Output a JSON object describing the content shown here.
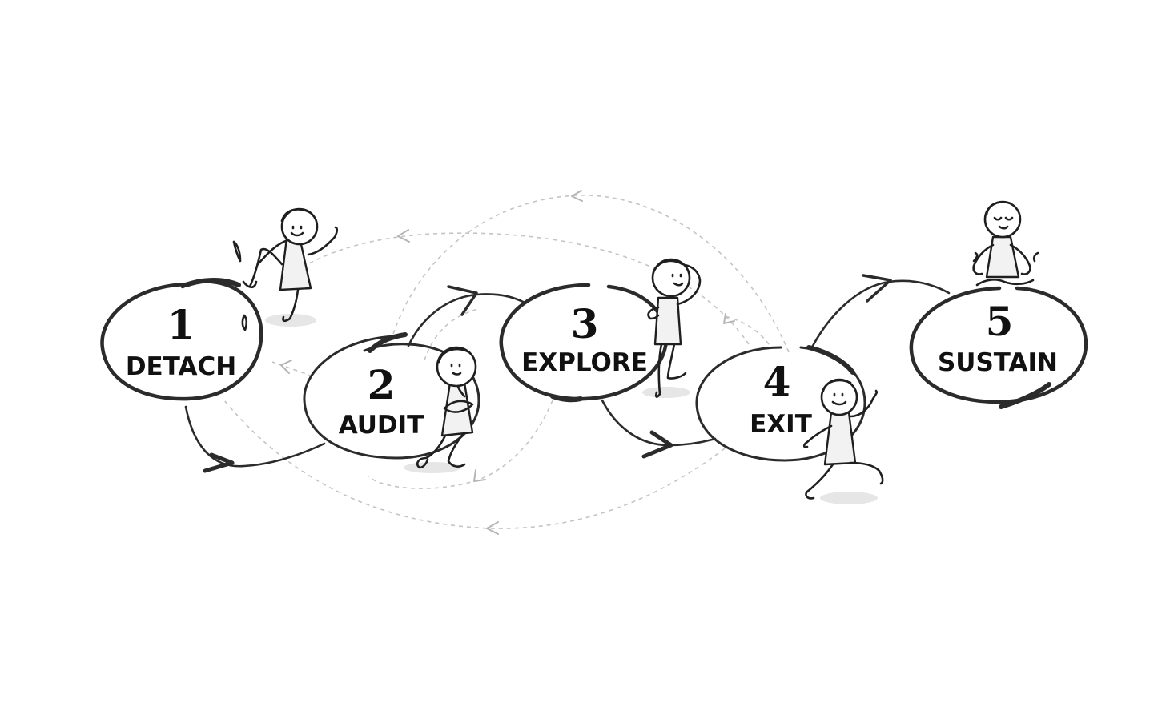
{
  "steps": [
    {
      "number": "1",
      "label": "DETACH"
    },
    {
      "number": "2",
      "label": "AUDIT"
    },
    {
      "number": "3",
      "label": "EXPLORE"
    },
    {
      "number": "4",
      "label": "EXIT"
    },
    {
      "number": "5",
      "label": "SUSTAIN"
    }
  ],
  "colors": {
    "ink": "#111111",
    "loop_stroke": "#2b2b2b",
    "return_path": "#c4c4c4",
    "background": "#ffffff"
  }
}
